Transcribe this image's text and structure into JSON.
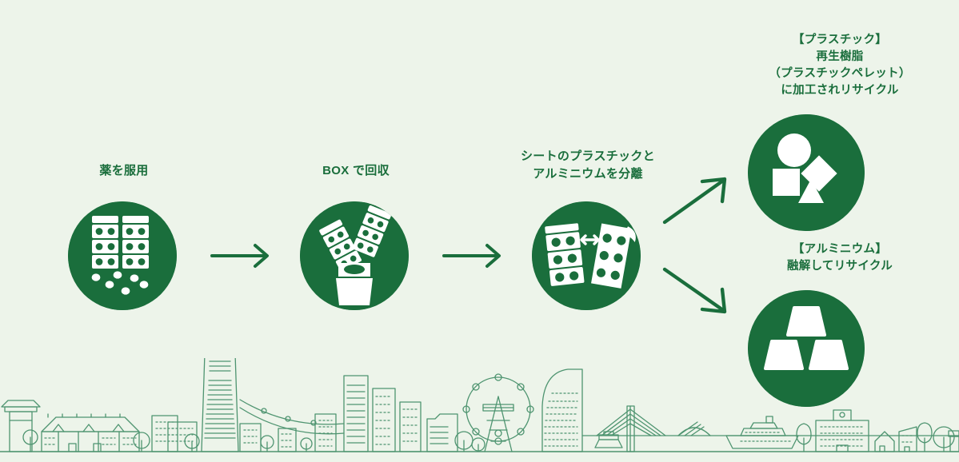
{
  "page": {
    "title": "薬のシート回収リサイクルフロー",
    "background_color": "#edf4ea",
    "accent_color": "#1a6e3c",
    "icon_color": "#ffffff"
  },
  "flow": {
    "steps": [
      {
        "id": "step-take-medicine",
        "caption": "薬を服用",
        "icon_name": "blister-packs-with-pills-icon",
        "circle_diameter": 136
      },
      {
        "id": "step-collect-box",
        "caption": "BOX で回収",
        "icon_name": "blister-packs-into-collection-box-icon",
        "circle_diameter": 136
      },
      {
        "id": "step-separate",
        "caption": "シートのプラスチックと\nアルミニウムを分離",
        "icon_name": "separate-plastic-aluminum-icon",
        "circle_diameter": 136
      }
    ],
    "outcomes": [
      {
        "id": "outcome-plastic",
        "caption": "【プラスチック】\n再生樹脂\n（プラスチックペレット）\nに加工されリサイクル",
        "icon_name": "plastic-pellet-shapes-icon",
        "circle_diameter": 146
      },
      {
        "id": "outcome-aluminum",
        "caption": "【アルミニウム】\n融解してリサイクル",
        "icon_name": "aluminum-ingots-icon",
        "circle_diameter": 146
      }
    ],
    "arrows": [
      {
        "id": "arrow-1",
        "name": "arrow-right-icon",
        "direction": "right"
      },
      {
        "id": "arrow-2",
        "name": "arrow-right-icon",
        "direction": "right"
      },
      {
        "id": "arrow-3",
        "name": "arrow-up-right-icon",
        "direction": "up-right"
      },
      {
        "id": "arrow-4",
        "name": "arrow-down-right-icon",
        "direction": "down-right"
      }
    ]
  },
  "decoration": {
    "skyline_name": "city-skyline-line-art",
    "elements": [
      "houses",
      "trees",
      "landmark-tower",
      "ferris-wheel",
      "transmission-tower",
      "office-buildings",
      "cable-stayed-bridge",
      "cruise-ship",
      "market-stall"
    ]
  }
}
